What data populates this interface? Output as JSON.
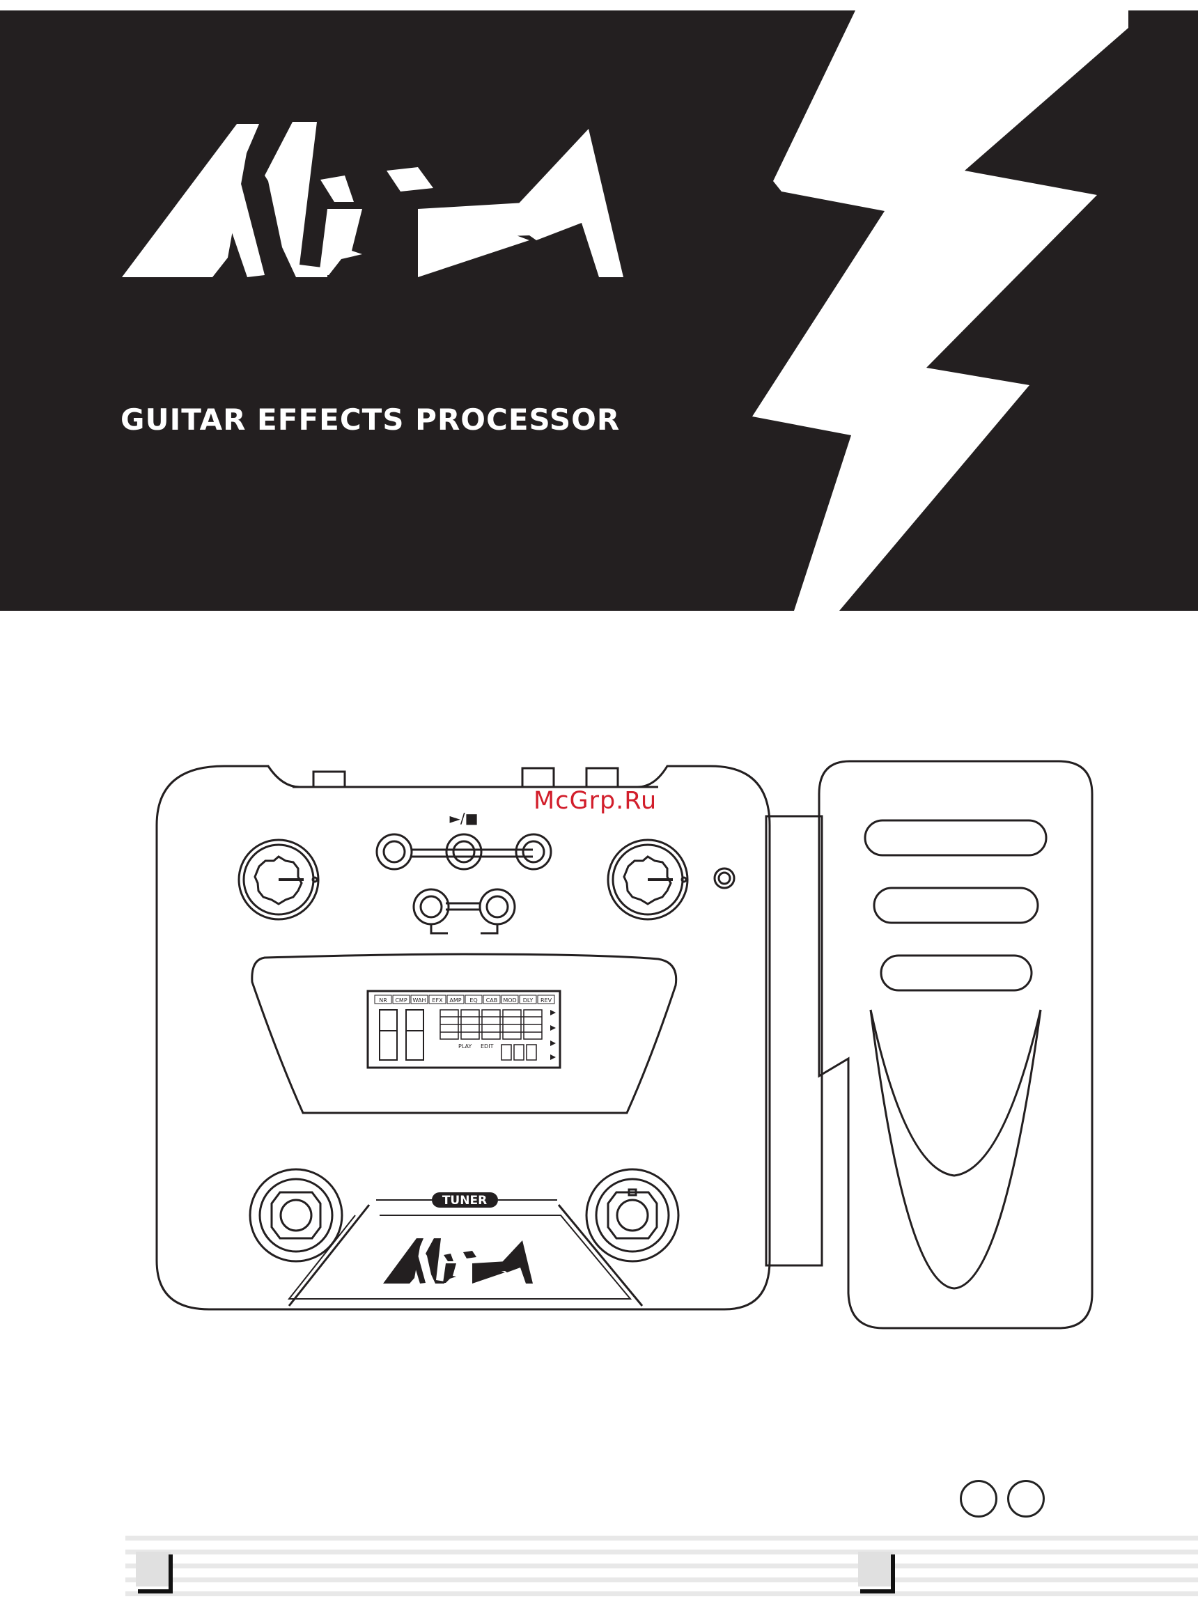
{
  "cover": {
    "brand": "MUZA",
    "subtitle": "GUITAR EFFECTS PROCESSOR",
    "colors": {
      "banner": "#231f20",
      "watermark": "#d21e2b"
    }
  },
  "watermark": "McGrp.Ru",
  "device": {
    "play_stop_label": "►/■",
    "tuner_label": "TUNER",
    "brand_logo": "MUZA",
    "lcd": {
      "segments": [
        "NR",
        "CMP",
        "WAH",
        "EFX",
        "AMP",
        "EQ",
        "CAB",
        "MOD",
        "DLY",
        "REV"
      ],
      "play_label": "PLAY",
      "edit_label": "EDIT"
    },
    "icons": [
      "knob-icon",
      "footswitch-icon",
      "expression-pedal-icon",
      "led-icon"
    ]
  }
}
